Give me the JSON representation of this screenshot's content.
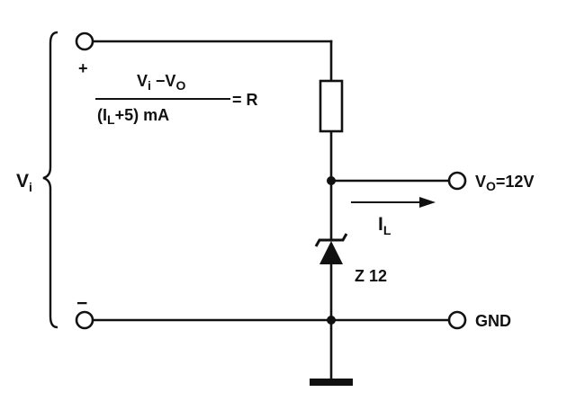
{
  "colors": {
    "ink": "#111111",
    "paper": "#ffffff"
  },
  "input": {
    "symbol": "V",
    "subscript": "i",
    "plus_sign": "+",
    "minus_sign": "−"
  },
  "formula": {
    "numerator": {
      "v1": "V",
      "v1_sub": "i",
      "minus": " −V",
      "v2_sub": "O"
    },
    "denominator": {
      "open": "(I",
      "sub": "L",
      "rest": "+5) mA"
    },
    "equals": "= R"
  },
  "output": {
    "symbol": "V",
    "subscript": "O",
    "value": "=12V",
    "ground_label": "GND"
  },
  "current": {
    "symbol": "I",
    "subscript": "L"
  },
  "zener": {
    "label": "Z 12"
  }
}
